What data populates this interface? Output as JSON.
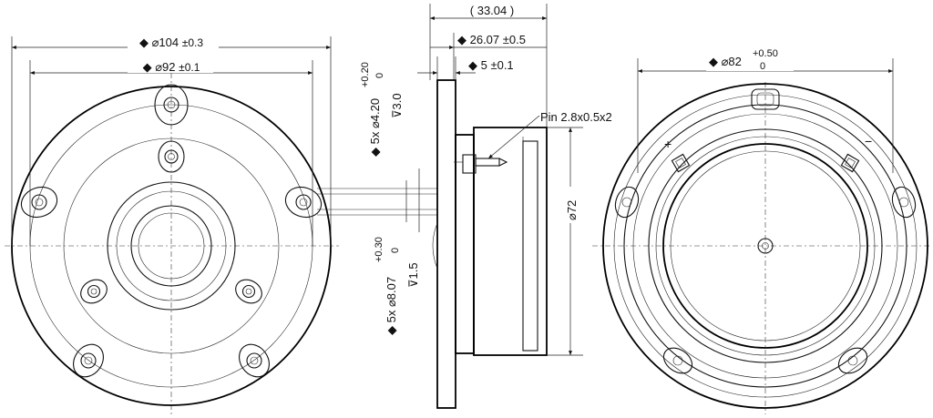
{
  "front_view": {
    "outer_diameter": {
      "symbol": "◆ ⌀104",
      "tol": "±0.3"
    },
    "bolt_circle": {
      "symbol": "◆ ⌀92",
      "tol": "±0.1"
    }
  },
  "holes": {
    "small": {
      "prefix": "◆ 5x ⌀4.20",
      "tol_upper": "+0.20",
      "tol_lower": "0",
      "depth": "⊽3.0"
    },
    "large": {
      "prefix": "◆ 5x ⌀8.07",
      "tol_upper": "+0.30",
      "tol_lower": "0",
      "depth": "⊽1.5"
    }
  },
  "side_view": {
    "overall_depth": "( 33.04 )",
    "depth_2": "◆ 26.07 ±0.5",
    "flange_thickness": "◆ 5 ±0.1",
    "pin_label": "Pin 2.8x0.5x2",
    "magnet_diameter": "⌀72"
  },
  "rear_view": {
    "diameter": {
      "symbol": "◆ ⌀82",
      "tol_upper": "+0.50",
      "tol_lower": "0"
    },
    "plus_sign": "+",
    "minus_sign": "−"
  }
}
